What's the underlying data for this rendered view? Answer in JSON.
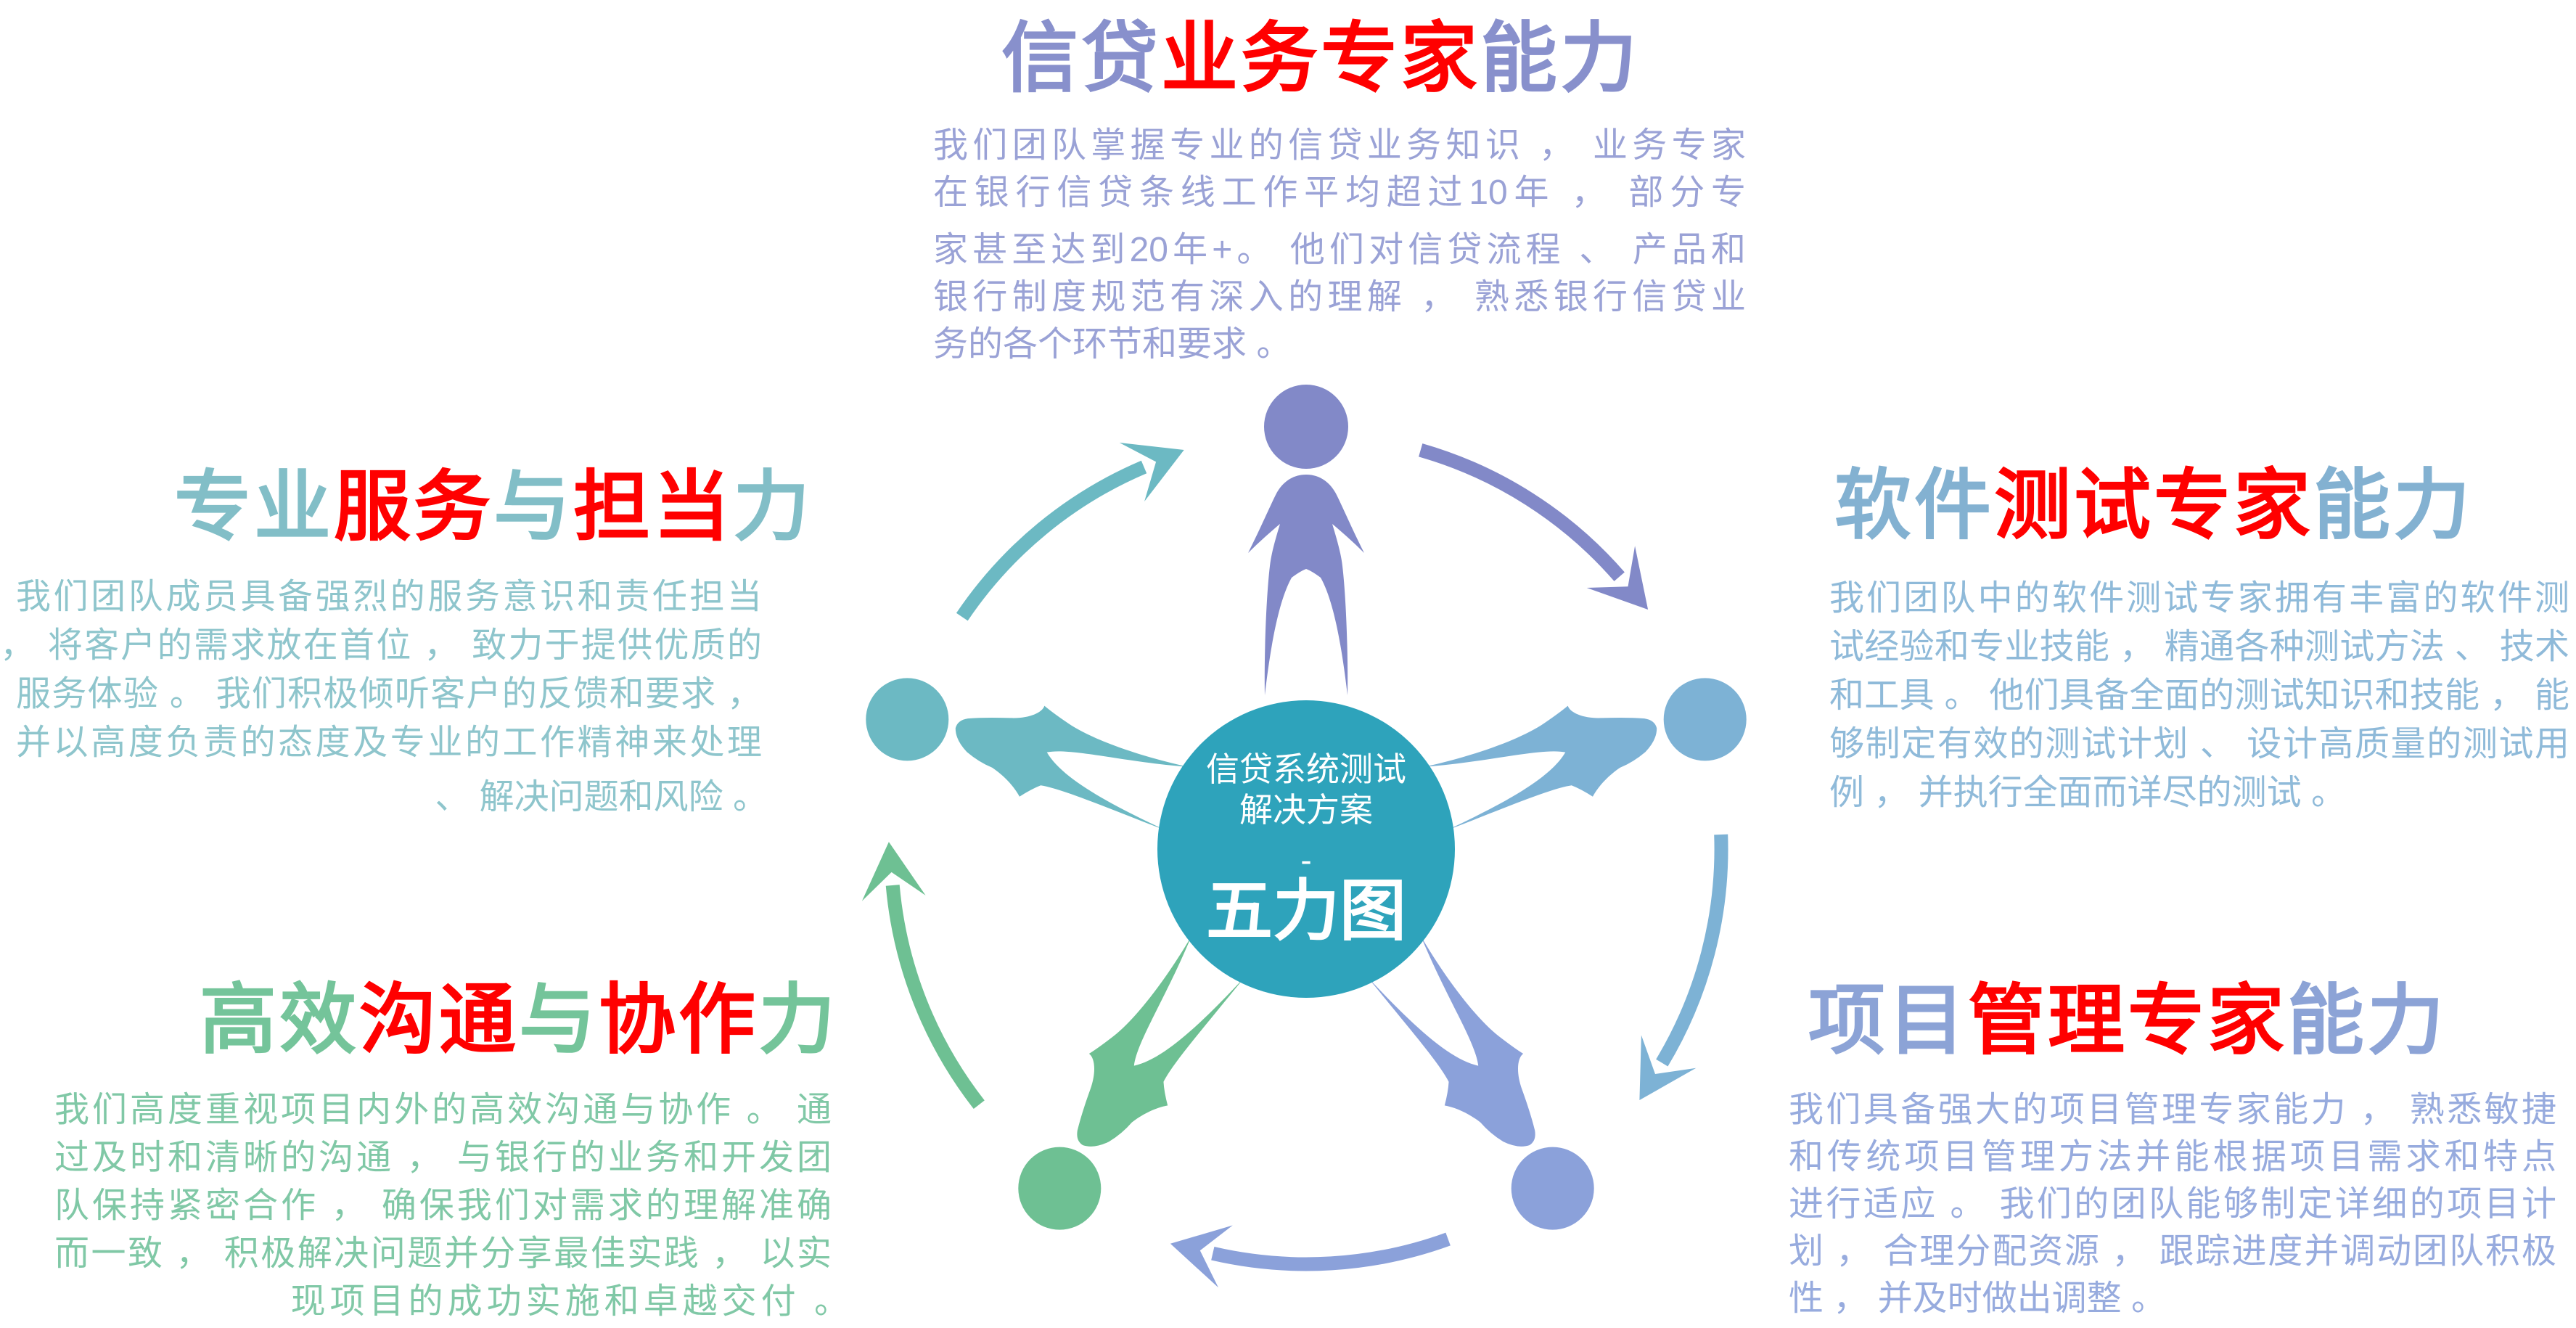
{
  "page": {
    "language": "zh-CN",
    "background": "#ffffff"
  },
  "colors": {
    "red": "#ff0000",
    "credit_title": "#8890cc",
    "credit_body": "#9aa2d6",
    "software_title": "#83b1d1",
    "software_body": "#8fbad9",
    "service_title": "#82bec7",
    "service_body": "#8ec5cc",
    "comm_title": "#74c49a",
    "comm_body": "#80c8a6",
    "mgmt_title": "#8ca3d6",
    "mgmt_body": "#97abde",
    "center_circle": "#2ea3bb",
    "person_top": "#8289c8",
    "node_right": "#7db2d5",
    "node_bottom_right": "#8ba1da",
    "node_bottom_left": "#6ec093",
    "node_left": "#6cb9c3",
    "arc_top_left": "#6cb9c3",
    "arc_top_right": "#8289c8",
    "arc_right": "#7db2d5",
    "arc_bottom": "#8ba1da",
    "arc_left": "#6ec093"
  },
  "center": {
    "lines": [
      "信贷系统测试",
      "解决方案",
      "-",
      "五力图"
    ]
  },
  "sections": [
    {
      "id": "credit-business-expert",
      "title_parts": [
        {
          "text": "信贷",
          "red": false
        },
        {
          "text": "业务专家",
          "red": true
        },
        {
          "text": "能力",
          "red": false
        }
      ],
      "lines": [
        "我们团队掌握专业的信贷业务知识 ， 业务专家",
        "在银行信贷条线工作平均超过10年 ， 部分专",
        "家甚至达到20年+。 他们对信贷流程 、 产品和",
        "银行制度规范有深入的理解 ， 熟悉银行信贷业",
        "务的各个环节和要求 。"
      ]
    },
    {
      "id": "software-testing-expert",
      "title_parts": [
        {
          "text": "软件",
          "red": false
        },
        {
          "text": "测试专家",
          "red": true
        },
        {
          "text": "能力",
          "red": false
        }
      ],
      "lines": [
        "我们团队中的软件测试专家拥有丰富的软件测",
        "试经验和专业技能 ， 精通各种测试方法 、 技术",
        "和工具 。 他们具备全面的测试知识和技能 ， 能",
        "够制定有效的测试计划 、 设计高质量的测试用",
        "例 ， 并执行全面而详尽的测试 。"
      ]
    },
    {
      "id": "professional-service",
      "title_parts": [
        {
          "text": "专业",
          "red": false
        },
        {
          "text": "服务",
          "red": true
        },
        {
          "text": "与",
          "red": false
        },
        {
          "text": "担当",
          "red": true
        },
        {
          "text": "力",
          "red": false
        }
      ],
      "lines": [
        "我们团队成员具备强烈的服务意识和责任担当",
        "， 将客户的需求放在首位 ， 致力于提供优质的",
        "服务体验 。 我们积极倾听客户的反馈和要求 ，",
        "并以高度负责的态度及专业的工作精神来处理",
        "、 解决问题和风险 。"
      ]
    },
    {
      "id": "efficient-communication",
      "title_parts": [
        {
          "text": "高效",
          "red": false
        },
        {
          "text": "沟通",
          "red": true
        },
        {
          "text": "与",
          "red": false
        },
        {
          "text": "协作",
          "red": true
        },
        {
          "text": "力",
          "red": false
        }
      ],
      "lines": [
        "我们高度重视项目内外的高效沟通与协作 。 通",
        "过及时和清晰的沟通 ， 与银行的业务和开发团",
        "队保持紧密合作 ， 确保我们对需求的理解准确",
        "而一致 ， 积极解决问题并分享最佳实践 ， 以实",
        "现项目的成功实施和卓越交付 。"
      ]
    },
    {
      "id": "project-management-expert",
      "title_parts": [
        {
          "text": "项目",
          "red": false
        },
        {
          "text": "管理专家",
          "red": true
        },
        {
          "text": "能力",
          "red": false
        }
      ],
      "lines": [
        "我们具备强大的项目管理专家能力 ， 熟悉敏捷",
        "和传统项目管理方法并能根据项目需求和特点",
        "进行适应 。 我们的团队能够制定详细的项目计",
        "划 ， 合理分配资源 ， 跟踪进度并调动团队积极",
        "性 ， 并及时做出调整 。"
      ]
    }
  ]
}
